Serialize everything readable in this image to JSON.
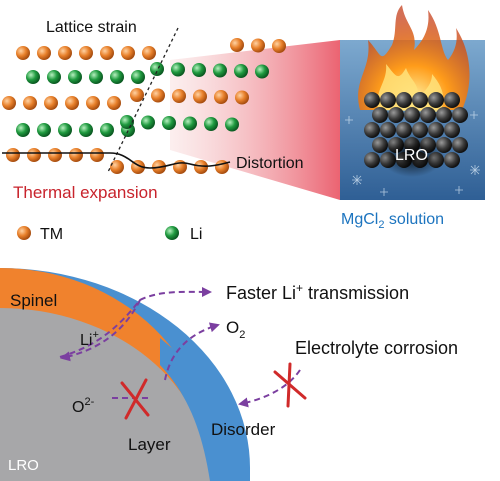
{
  "top_panel": {
    "lattice_strain_label": "Lattice strain",
    "distortion_label": "Distortion",
    "thermal_expansion_label": "Thermal expansion",
    "legend": {
      "tm_label": "TM",
      "li_label": "Li",
      "tm_color": "#e8802a",
      "li_color": "#1f9a3f"
    },
    "lro_label": "LRO",
    "solution_label_main": "MgCl",
    "solution_label_sub": "2",
    "solution_label_tail": " solution",
    "thermal_expansion_color": "#c8232c",
    "solution_label_color": "#1c74bf"
  },
  "bottom_panel": {
    "spinel_label": "Spinel",
    "li_ion_label": "Li",
    "li_ion_sup": "+",
    "faster_label_prefix": "Faster Li",
    "faster_label_sup": "+",
    "faster_label_suffix": " transmission",
    "o2_label": "O",
    "o2_sub": "2",
    "o2minus_label": "O",
    "o2minus_sup": "2-",
    "electrolyte_label": "Electrolyte corrosion",
    "layer_label": "Layer",
    "disorder_label": "Disorder",
    "lro_label": "LRO",
    "colors": {
      "layer": "#a7a7a9",
      "spinel": "#f0822d",
      "disorder": "#4a90d0",
      "arrow": "#7b3fa0",
      "cross": "#d02a2a"
    }
  }
}
